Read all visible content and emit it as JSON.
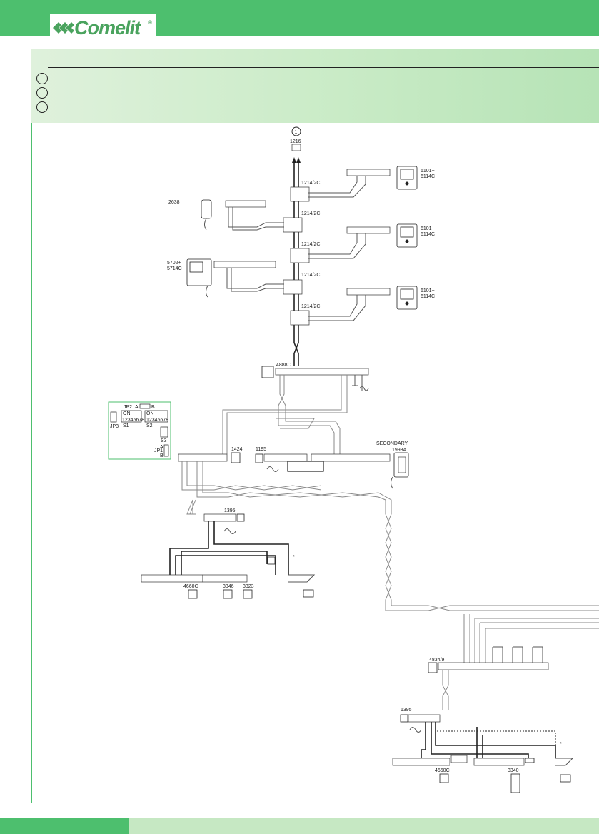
{
  "brand": {
    "name": "Comelit",
    "registered": "®"
  },
  "colors": {
    "header_green": "#4dbf6e",
    "panel_green": "#c9ebc6",
    "logo_green": "#4aa35e"
  },
  "circle_markers": 3,
  "riser": {
    "marker": "1",
    "code": "1216"
  },
  "cable_labels": [
    "1214/2C",
    "1214/2C",
    "1214/2C",
    "1214/2C",
    "1214/2C"
  ],
  "monitors": [
    {
      "code": "6101+\n6114C"
    },
    {
      "code": "6101+\n6114C"
    },
    {
      "code": "6101+\n6114C"
    }
  ],
  "devices": {
    "handset": "2638",
    "videophone": "5702+\n5714C",
    "power_supply": "4888C",
    "jumper_panel": {
      "jp2": "JP2",
      "jp3": "JP3",
      "jp1": "JP1",
      "s1": "S1",
      "s2": "S2",
      "s3": "S3",
      "on": "ON",
      "a": "A",
      "b": "B",
      "digits": "12345678"
    },
    "relay": "1424",
    "transformer": "1195",
    "secondary_label": "SECONDARY",
    "secondary_unit": "1998A",
    "lock_1": "1395",
    "entry_1": "4660C",
    "keypad_1": "3346",
    "keypad_2": "3323",
    "distributor": "4834/9",
    "lock_2": "1395",
    "entry_2": "4660C",
    "keypad_3": "3340",
    "star": "*"
  }
}
